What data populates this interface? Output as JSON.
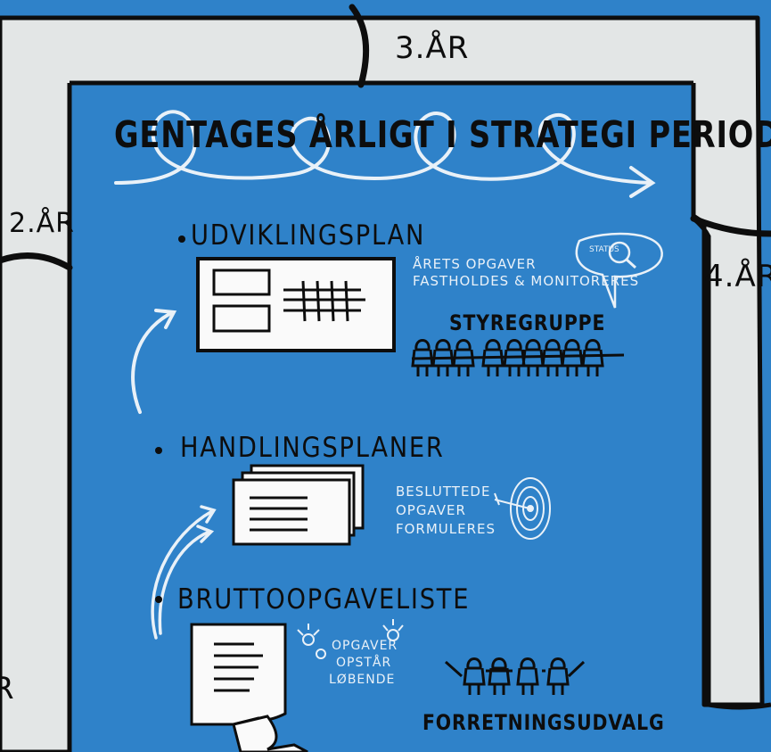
{
  "title": "GENTAGES ÅRLIGT I STRATEGI PERIODEN",
  "years": {
    "year2": "2.ÅR",
    "year3": "3.ÅR",
    "year4": "4.ÅR",
    "year_partial": "R"
  },
  "sections": [
    {
      "heading": "UDVIKLINGSPLAN",
      "note_lines": [
        "ÅRETS OPGAVER",
        "FASTHOLDES & MONITORERES"
      ],
      "bubble_text": "STATUS",
      "group_label": "STYREGRUPPE"
    },
    {
      "heading": "HANDLINGSPLANER",
      "note_lines": [
        "BESLUTTEDE",
        "OPGAVER",
        "FORMULERES"
      ]
    },
    {
      "heading": "BRUTTOOPGAVELISTE",
      "note_lines": [
        "OPGAVER",
        "OPSTÅR",
        "LØBENDE"
      ],
      "group_label": "FORRETNINGSUDVALG"
    }
  ],
  "colors": {
    "background_blue": "#2f82c9",
    "path_grey": "#e3e6e6",
    "ink": "#0d0d0d",
    "chalk": "#e9f1f8"
  }
}
